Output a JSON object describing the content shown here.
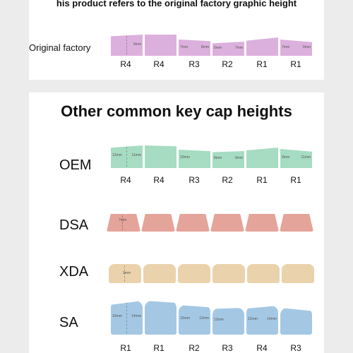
{
  "header": {
    "caption": "his product refers to the original factory graphic height"
  },
  "original": {
    "label": "Original factory",
    "color": "#dcb0dc",
    "keys": [
      {
        "mm_left": "",
        "mm_right": "9mm"
      },
      {
        "mm_left": "",
        "mm_right": ""
      },
      {
        "mm_left": "7mm",
        "mm_right": "8mm"
      },
      {
        "mm_left": "6mm",
        "mm_right": "7mm"
      },
      {
        "mm_left": "",
        "mm_right": ""
      },
      {
        "mm_left": "7mm",
        "mm_right": "9mm"
      }
    ],
    "rows": [
      "R4",
      "R4",
      "R3",
      "R2",
      "R1",
      "R1"
    ]
  },
  "common": {
    "title": "Other common key cap heights",
    "oem": {
      "label": "OEM",
      "color": "#a6dcc2",
      "keys": [
        {
          "mm_left": "12mm",
          "mm_right": "11mm"
        },
        {
          "mm_left": "",
          "mm_right": ""
        },
        {
          "mm_left": "10mm",
          "mm_right": ""
        },
        {
          "mm_left": "8mm",
          "mm_right": "9mm"
        },
        {
          "mm_left": "",
          "mm_right": ""
        },
        {
          "mm_left": "9mm",
          "mm_right": "11mm"
        }
      ],
      "rows": [
        "R4",
        "R4",
        "R3",
        "R2",
        "R1",
        "R1"
      ]
    },
    "dsa": {
      "label": "DSA",
      "color": "#e4a49a",
      "note": "7mm"
    },
    "xda": {
      "label": "XDA",
      "color": "#ead2ac",
      "note": "9mm"
    },
    "sa": {
      "label": "SA",
      "color": "#a4c8e4",
      "keys": [
        {
          "mm_left": "16mm",
          "mm_right": "14mm"
        },
        {
          "mm_left": "",
          "mm_right": ""
        },
        {
          "mm_left": "13mm",
          "mm_right": "12mm"
        },
        {
          "mm_left": "12mm",
          "mm_right": ""
        },
        {
          "mm_left": "12mm",
          "mm_right": "14mm"
        },
        {
          "mm_left": "",
          "mm_right": ""
        }
      ],
      "rows": [
        "R1",
        "R1",
        "R2",
        "R3",
        "R4",
        "R3"
      ]
    }
  }
}
